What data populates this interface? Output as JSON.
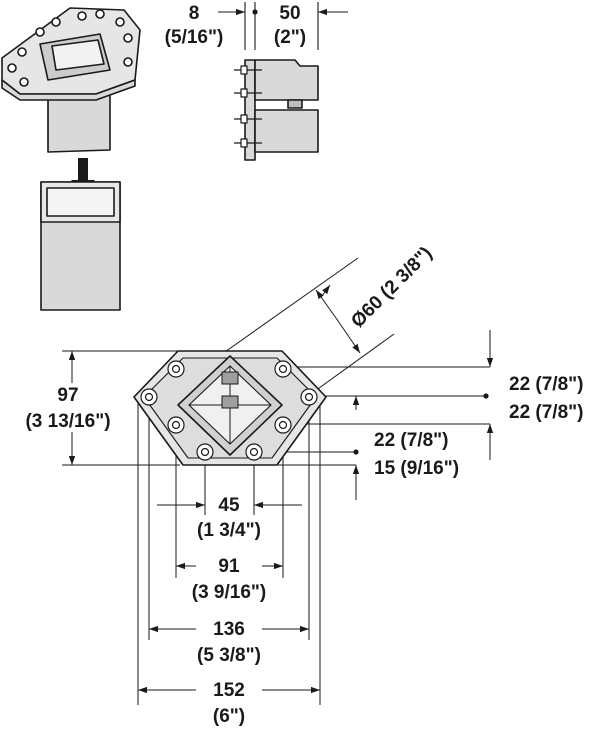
{
  "dimensions": {
    "top_left_offset": {
      "metric": "8",
      "imperial": "(5/16\")"
    },
    "top_depth": {
      "metric": "50",
      "imperial": "(2\")"
    },
    "diameter": {
      "label": "Ø60 (2 3/8\")"
    },
    "height": {
      "metric": "97",
      "imperial": "(3 13/16\")"
    },
    "right_top": {
      "label": "22 (7/8\")"
    },
    "right_middle": {
      "label": "22 (7/8\")"
    },
    "right_lower": {
      "label": "22 (7/8\")"
    },
    "right_bottom": {
      "label": "15 (9/16\")"
    },
    "hole_spacing_inner": {
      "metric": "45",
      "imperial": "(1 3/4\")"
    },
    "hole_spacing_middle": {
      "metric": "91",
      "imperial": "(3 9/16\")"
    },
    "hole_spacing_outer": {
      "metric": "136",
      "imperial": "(5 3/8\")"
    },
    "overall_width": {
      "metric": "152",
      "imperial": "(6\")"
    }
  },
  "colors": {
    "line": "#1a1a1a",
    "part_fill": "#d9d9d9",
    "plate_fill": "#e6e6e6",
    "background": "#ffffff"
  }
}
